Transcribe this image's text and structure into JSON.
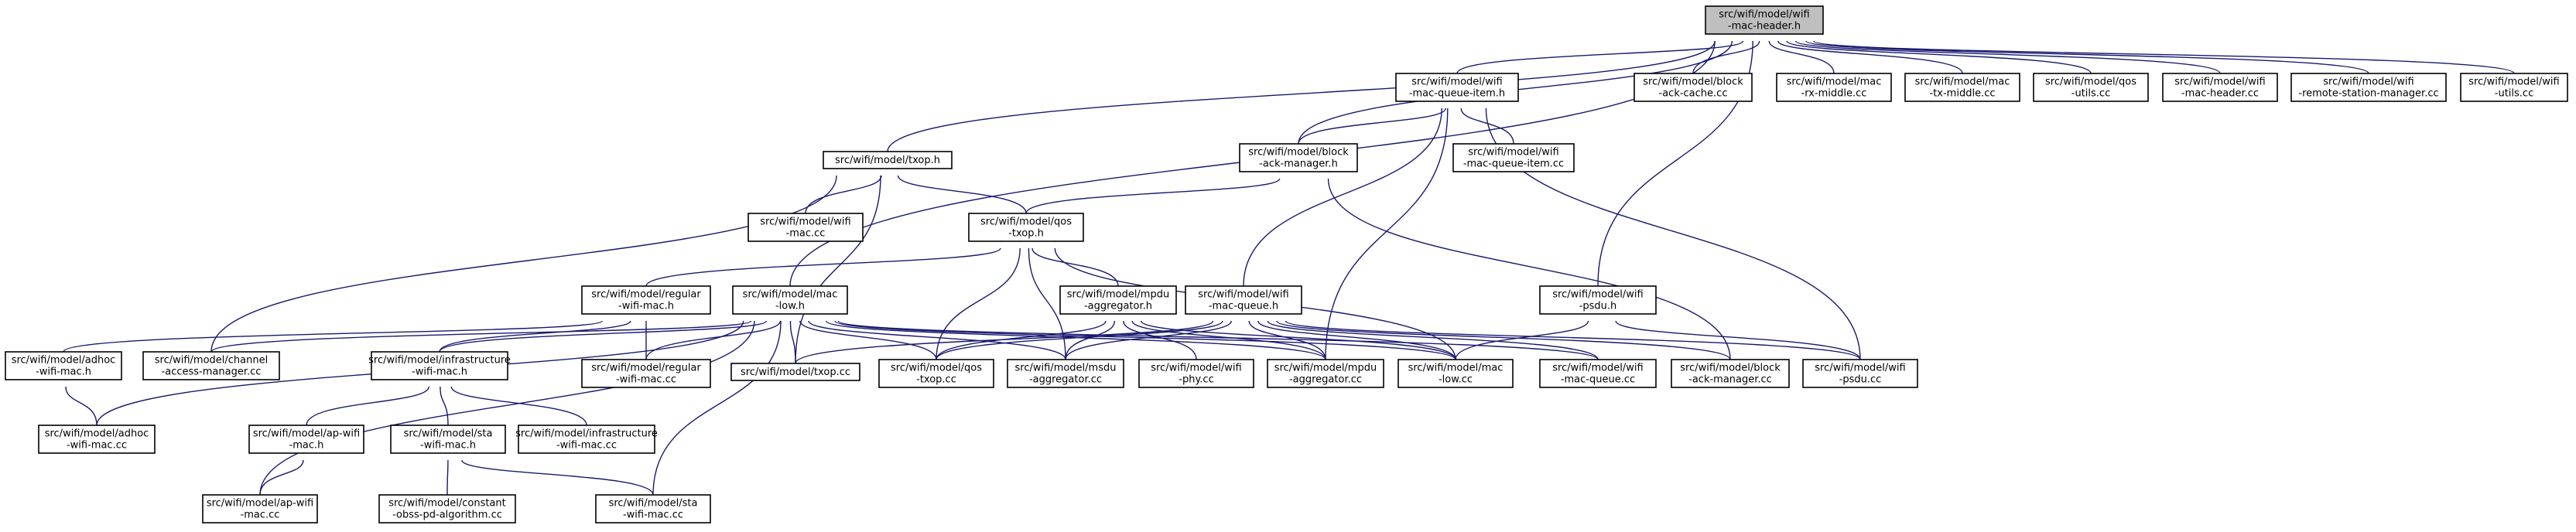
{
  "colors": {
    "edge": "#191970",
    "root_fill": "#bfbfbf",
    "node_fill": "#ffffff",
    "border": "#000000"
  },
  "nodes": [
    {
      "id": "wifi-mac-header-h",
      "lines": [
        "src/wifi/model/wifi",
        "-mac-header.h"
      ],
      "root": true
    },
    {
      "id": "wifi-mac-queue-item-h",
      "lines": [
        "src/wifi/model/wifi",
        "-mac-queue-item.h"
      ]
    },
    {
      "id": "block-ack-cache-cc",
      "lines": [
        "src/wifi/model/block",
        "-ack-cache.cc"
      ]
    },
    {
      "id": "mac-rx-middle-cc",
      "lines": [
        "src/wifi/model/mac",
        "-rx-middle.cc"
      ]
    },
    {
      "id": "mac-tx-middle-cc",
      "lines": [
        "src/wifi/model/mac",
        "-tx-middle.cc"
      ]
    },
    {
      "id": "qos-utils-cc",
      "lines": [
        "src/wifi/model/qos",
        "-utils.cc"
      ]
    },
    {
      "id": "wifi-mac-header-cc",
      "lines": [
        "src/wifi/model/wifi",
        "-mac-header.cc"
      ]
    },
    {
      "id": "wifi-remote-station-manager-cc",
      "lines": [
        "src/wifi/model/wifi",
        "-remote-station-manager.cc"
      ]
    },
    {
      "id": "wifi-utils-cc",
      "lines": [
        "src/wifi/model/wifi",
        "-utils.cc"
      ]
    },
    {
      "id": "txop-h",
      "lines": [
        "src/wifi/model/txop.h"
      ]
    },
    {
      "id": "block-ack-manager-h",
      "lines": [
        "src/wifi/model/block",
        "-ack-manager.h"
      ]
    },
    {
      "id": "wifi-mac-queue-item-cc",
      "lines": [
        "src/wifi/model/wifi",
        "-mac-queue-item.cc"
      ]
    },
    {
      "id": "wifi-mac-cc",
      "lines": [
        "src/wifi/model/wifi",
        "-mac.cc"
      ]
    },
    {
      "id": "qos-txop-h",
      "lines": [
        "src/wifi/model/qos",
        "-txop.h"
      ]
    },
    {
      "id": "regular-wifi-mac-h",
      "lines": [
        "src/wifi/model/regular",
        "-wifi-mac.h"
      ]
    },
    {
      "id": "mac-low-h",
      "lines": [
        "src/wifi/model/mac",
        "-low.h"
      ]
    },
    {
      "id": "mpdu-aggregator-h",
      "lines": [
        "src/wifi/model/mpdu",
        "-aggregator.h"
      ]
    },
    {
      "id": "wifi-mac-queue-h",
      "lines": [
        "src/wifi/model/wifi",
        "-mac-queue.h"
      ]
    },
    {
      "id": "wifi-psdu-h",
      "lines": [
        "src/wifi/model/wifi",
        "-psdu.h"
      ]
    },
    {
      "id": "adhoc-wifi-mac-h",
      "lines": [
        "src/wifi/model/adhoc",
        "-wifi-mac.h"
      ]
    },
    {
      "id": "channel-access-manager-cc",
      "lines": [
        "src/wifi/model/channel",
        "-access-manager.cc"
      ]
    },
    {
      "id": "infrastructure-wifi-mac-h",
      "lines": [
        "src/wifi/model/infrastructure",
        "-wifi-mac.h"
      ]
    },
    {
      "id": "regular-wifi-mac-cc",
      "lines": [
        "src/wifi/model/regular",
        "-wifi-mac.cc"
      ]
    },
    {
      "id": "txop-cc",
      "lines": [
        "src/wifi/model/txop.cc"
      ]
    },
    {
      "id": "qos-txop-cc",
      "lines": [
        "src/wifi/model/qos",
        "-txop.cc"
      ]
    },
    {
      "id": "msdu-aggregator-cc",
      "lines": [
        "src/wifi/model/msdu",
        "-aggregator.cc"
      ]
    },
    {
      "id": "wifi-phy-cc",
      "lines": [
        "src/wifi/model/wifi",
        "-phy.cc"
      ]
    },
    {
      "id": "mpdu-aggregator-cc",
      "lines": [
        "src/wifi/model/mpdu",
        "-aggregator.cc"
      ]
    },
    {
      "id": "mac-low-cc",
      "lines": [
        "src/wifi/model/mac",
        "-low.cc"
      ]
    },
    {
      "id": "wifi-mac-queue-cc",
      "lines": [
        "src/wifi/model/wifi",
        "-mac-queue.cc"
      ]
    },
    {
      "id": "block-ack-manager-cc",
      "lines": [
        "src/wifi/model/block",
        "-ack-manager.cc"
      ]
    },
    {
      "id": "wifi-psdu-cc",
      "lines": [
        "src/wifi/model/wifi",
        "-psdu.cc"
      ]
    },
    {
      "id": "adhoc-wifi-mac-cc",
      "lines": [
        "src/wifi/model/adhoc",
        "-wifi-mac.cc"
      ]
    },
    {
      "id": "ap-wifi-mac-h",
      "lines": [
        "src/wifi/model/ap-wifi",
        "-mac.h"
      ]
    },
    {
      "id": "sta-wifi-mac-h",
      "lines": [
        "src/wifi/model/sta",
        "-wifi-mac.h"
      ]
    },
    {
      "id": "infrastructure-wifi-mac-cc",
      "lines": [
        "src/wifi/model/infrastructure",
        "-wifi-mac.cc"
      ]
    },
    {
      "id": "ap-wifi-mac-cc",
      "lines": [
        "src/wifi/model/ap-wifi",
        "-mac.cc"
      ]
    },
    {
      "id": "constant-obss-pd-algorithm-cc",
      "lines": [
        "src/wifi/model/constant",
        "-obss-pd-algorithm.cc"
      ]
    },
    {
      "id": "sta-wifi-mac-cc",
      "lines": [
        "src/wifi/model/sta",
        "-wifi-mac.cc"
      ]
    }
  ],
  "edges": [
    [
      "wifi-mac-queue-item-h",
      "wifi-mac-header-h"
    ],
    [
      "block-ack-cache-cc",
      "wifi-mac-header-h"
    ],
    [
      "mac-rx-middle-cc",
      "wifi-mac-header-h"
    ],
    [
      "mac-tx-middle-cc",
      "wifi-mac-header-h"
    ],
    [
      "qos-utils-cc",
      "wifi-mac-header-h"
    ],
    [
      "wifi-mac-header-cc",
      "wifi-mac-header-h"
    ],
    [
      "wifi-remote-station-manager-cc",
      "wifi-mac-header-h"
    ],
    [
      "wifi-utils-cc",
      "wifi-mac-header-h"
    ],
    [
      "txop-h",
      "wifi-mac-header-h"
    ],
    [
      "block-ack-manager-h",
      "wifi-mac-header-h"
    ],
    [
      "mac-low-h",
      "wifi-mac-header-h"
    ],
    [
      "wifi-psdu-h",
      "wifi-mac-header-h"
    ],
    [
      "block-ack-manager-h",
      "wifi-mac-queue-item-h"
    ],
    [
      "wifi-mac-queue-item-cc",
      "wifi-mac-queue-item-h"
    ],
    [
      "wifi-mac-queue-h",
      "wifi-mac-queue-item-h"
    ],
    [
      "mpdu-aggregator-cc",
      "wifi-mac-queue-item-h"
    ],
    [
      "wifi-psdu-cc",
      "wifi-mac-queue-item-h"
    ],
    [
      "wifi-mac-cc",
      "txop-h"
    ],
    [
      "qos-txop-h",
      "txop-h"
    ],
    [
      "channel-access-manager-cc",
      "txop-h"
    ],
    [
      "txop-cc",
      "txop-h"
    ],
    [
      "qos-txop-h",
      "block-ack-manager-h"
    ],
    [
      "block-ack-manager-cc",
      "block-ack-manager-h"
    ],
    [
      "regular-wifi-mac-h",
      "qos-txop-h"
    ],
    [
      "mpdu-aggregator-h",
      "qos-txop-h"
    ],
    [
      "qos-txop-cc",
      "qos-txop-h"
    ],
    [
      "msdu-aggregator-cc",
      "qos-txop-h"
    ],
    [
      "mac-low-cc",
      "qos-txop-h"
    ],
    [
      "adhoc-wifi-mac-h",
      "regular-wifi-mac-h"
    ],
    [
      "infrastructure-wifi-mac-h",
      "regular-wifi-mac-h"
    ],
    [
      "regular-wifi-mac-cc",
      "regular-wifi-mac-h"
    ],
    [
      "channel-access-manager-cc",
      "mac-low-h"
    ],
    [
      "infrastructure-wifi-mac-h",
      "mac-low-h"
    ],
    [
      "regular-wifi-mac-cc",
      "mac-low-h"
    ],
    [
      "txop-cc",
      "mac-low-h"
    ],
    [
      "qos-txop-cc",
      "mac-low-h"
    ],
    [
      "msdu-aggregator-cc",
      "mac-low-h"
    ],
    [
      "mpdu-aggregator-cc",
      "mac-low-h"
    ],
    [
      "mac-low-cc",
      "mac-low-h"
    ],
    [
      "wifi-mac-queue-cc",
      "mac-low-h"
    ],
    [
      "adhoc-wifi-mac-cc",
      "mac-low-h"
    ],
    [
      "ap-wifi-mac-cc",
      "mac-low-h"
    ],
    [
      "sta-wifi-mac-cc",
      "mac-low-h"
    ],
    [
      "qos-txop-cc",
      "mpdu-aggregator-h"
    ],
    [
      "msdu-aggregator-cc",
      "mpdu-aggregator-h"
    ],
    [
      "wifi-phy-cc",
      "mpdu-aggregator-h"
    ],
    [
      "mpdu-aggregator-cc",
      "mpdu-aggregator-h"
    ],
    [
      "mac-low-cc",
      "mpdu-aggregator-h"
    ],
    [
      "txop-cc",
      "wifi-mac-queue-h"
    ],
    [
      "qos-txop-cc",
      "wifi-mac-queue-h"
    ],
    [
      "msdu-aggregator-cc",
      "wifi-mac-queue-h"
    ],
    [
      "mpdu-aggregator-cc",
      "wifi-mac-queue-h"
    ],
    [
      "mac-low-cc",
      "wifi-mac-queue-h"
    ],
    [
      "wifi-mac-queue-cc",
      "wifi-mac-queue-h"
    ],
    [
      "block-ack-manager-cc",
      "wifi-mac-queue-h"
    ],
    [
      "wifi-psdu-cc",
      "wifi-mac-queue-h"
    ],
    [
      "mac-low-cc",
      "wifi-psdu-h"
    ],
    [
      "wifi-psdu-cc",
      "wifi-psdu-h"
    ],
    [
      "adhoc-wifi-mac-cc",
      "adhoc-wifi-mac-h"
    ],
    [
      "ap-wifi-mac-h",
      "infrastructure-wifi-mac-h"
    ],
    [
      "sta-wifi-mac-h",
      "infrastructure-wifi-mac-h"
    ],
    [
      "infrastructure-wifi-mac-cc",
      "infrastructure-wifi-mac-h"
    ],
    [
      "ap-wifi-mac-cc",
      "ap-wifi-mac-h"
    ],
    [
      "constant-obss-pd-algorithm-cc",
      "sta-wifi-mac-h"
    ],
    [
      "sta-wifi-mac-cc",
      "sta-wifi-mac-h"
    ]
  ]
}
